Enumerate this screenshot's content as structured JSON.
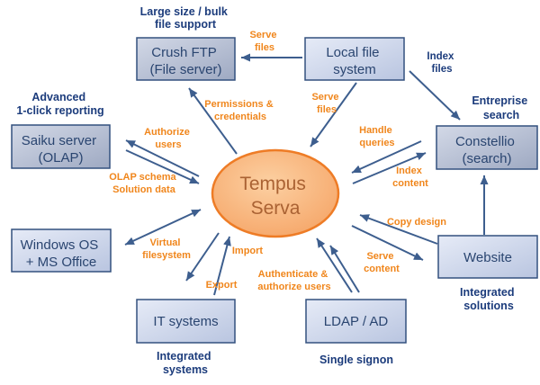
{
  "center_node": {
    "line1": "Tempus",
    "line2": "Serva"
  },
  "nodes": {
    "crush_ftp": {
      "line1": "Crush FTP",
      "line2": "(File server)"
    },
    "local_file": {
      "line1": "Local file",
      "line2": "system"
    },
    "constellio": {
      "line1": "Constellio",
      "line2": "(search)"
    },
    "saiku": {
      "line1": "Saiku server",
      "line2": "(OLAP)"
    },
    "windows": {
      "line1": "Windows OS",
      "line2": "+ MS Office"
    },
    "it_systems": {
      "line1": "IT systems"
    },
    "ldap": {
      "line1": "LDAP / AD"
    },
    "website": {
      "line1": "Website"
    }
  },
  "captions": {
    "large_size": {
      "line1": "Large size / bulk",
      "line2": "file support"
    },
    "advanced": {
      "line1": "Advanced",
      "line2": "1-click reporting"
    },
    "enterprise": {
      "line1": "Entreprise",
      "line2": "search"
    },
    "index_files": {
      "line1": "Index",
      "line2": "files"
    },
    "integrated_systems": {
      "line1": "Integrated",
      "line2": "systems"
    },
    "single_signon": {
      "line1": "Single signon"
    },
    "integrated_solutions": {
      "line1": "Integrated",
      "line2": "solutions"
    }
  },
  "flow_labels": {
    "serve_files_top": {
      "line1": "Serve",
      "line2": "files"
    },
    "permissions": {
      "line1": "Permissions &",
      "line2": "credentials"
    },
    "serve_files_center": {
      "line1": "Serve",
      "line2": "files"
    },
    "handle_queries": {
      "line1": "Handle",
      "line2": "queries"
    },
    "index_content": {
      "line1": "Index",
      "line2": "content"
    },
    "authorize_users": {
      "line1": "Authorize",
      "line2": "users"
    },
    "olap_schema": {
      "line1": "OLAP schema",
      "line2": "Solution data"
    },
    "virtual_filesystem": {
      "line1": "Virtual",
      "line2": "filesystem"
    },
    "import": {
      "line1": "Import"
    },
    "export": {
      "line1": "Export"
    },
    "authenticate": {
      "line1": "Authenticate &",
      "line2": "authorize users"
    },
    "serve_content": {
      "line1": "Serve",
      "line2": "content"
    },
    "copy_design": {
      "line1": "Copy design"
    }
  },
  "colors": {
    "arrow": "#3d5e8e",
    "caption_text": "#1c3c7c",
    "flow_label_text": "#f0861c",
    "node_border": "#33517f",
    "node_text": "#2a4570",
    "ellipse_border": "#ee7c26",
    "ellipse_fill_center": "#fcd0a2",
    "ellipse_fill_edge": "#f5a263",
    "ellipse_text": "#aa6233",
    "box_light_start": "#e6ebf7",
    "box_light_end": "#b9c5e0",
    "box_gray_start": "#d3d9e7",
    "box_gray_end": "#9ea9c2",
    "background": "#ffffff"
  }
}
